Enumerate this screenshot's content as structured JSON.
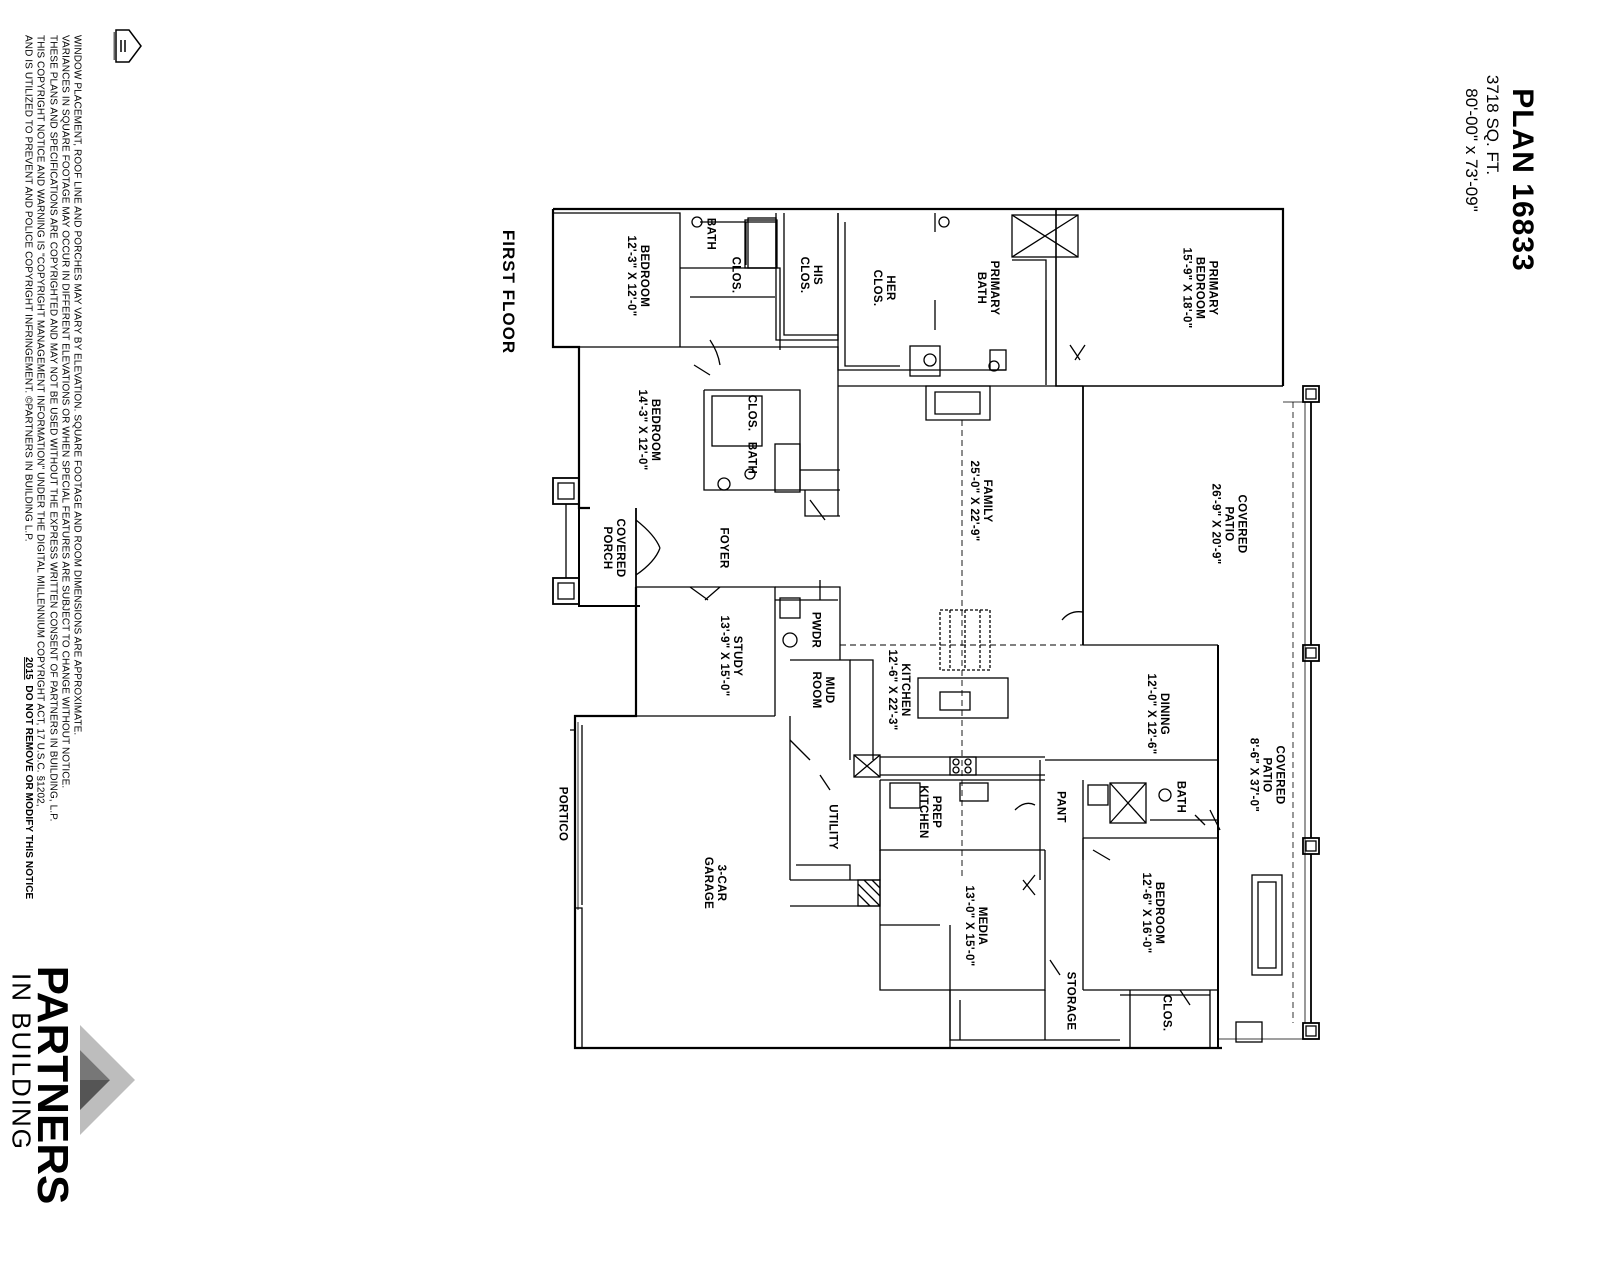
{
  "title_block": {
    "plan": "PLAN 16833",
    "sqft": "3718 SQ. FT.",
    "dimensions": "80'-00\" x 73'-09\""
  },
  "floor_label": "FIRST FLOOR",
  "rooms": [
    {
      "id": "primary-bedroom",
      "lines": [
        "PRIMARY",
        "BEDROOM",
        "15'-9\" X 18'-0\""
      ]
    },
    {
      "id": "primary-bath",
      "lines": [
        "PRIMARY",
        "BATH"
      ]
    },
    {
      "id": "her-clos",
      "lines": [
        "HER",
        "CLOS."
      ]
    },
    {
      "id": "his-clos",
      "lines": [
        "HIS",
        "CLOS."
      ]
    },
    {
      "id": "bath-1",
      "lines": [
        "BATH"
      ]
    },
    {
      "id": "clos-1",
      "lines": [
        "CLOS."
      ]
    },
    {
      "id": "bedroom-1",
      "lines": [
        "BEDROOM",
        "12'-3\" X 12'-0\""
      ]
    },
    {
      "id": "bedroom-2",
      "lines": [
        "BEDROOM",
        "14'-3\" X 12'-0\""
      ]
    },
    {
      "id": "clos-2",
      "lines": [
        "CLOS."
      ]
    },
    {
      "id": "bath-2",
      "lines": [
        "BATH"
      ]
    },
    {
      "id": "covered-patio-1",
      "lines": [
        "COVERED",
        "PATIO",
        "26'-9\" X 20'-9\""
      ]
    },
    {
      "id": "family",
      "lines": [
        "FAMILY",
        "25'-0\" X 22'-9\""
      ]
    },
    {
      "id": "foyer",
      "lines": [
        "FOYER"
      ]
    },
    {
      "id": "covered-porch",
      "lines": [
        "COVERED",
        "PORCH"
      ]
    },
    {
      "id": "study",
      "lines": [
        "STUDY",
        "13'-9\" X 15'-0\""
      ]
    },
    {
      "id": "pwdr",
      "lines": [
        "PWDR"
      ]
    },
    {
      "id": "kitchen",
      "lines": [
        "KITCHEN",
        "12'-6\" X 22'-3\""
      ]
    },
    {
      "id": "mud-room",
      "lines": [
        "MUD",
        "ROOM"
      ]
    },
    {
      "id": "dining",
      "lines": [
        "DINING",
        "12'-0\" X 12'-6\""
      ]
    },
    {
      "id": "covered-patio-2",
      "lines": [
        "COVERED",
        "PATIO",
        "8'-6\" X 37'-0\""
      ]
    },
    {
      "id": "prep-kitchen",
      "lines": [
        "PREP",
        "KITCHEN"
      ]
    },
    {
      "id": "pant",
      "lines": [
        "PANT"
      ]
    },
    {
      "id": "bath-3",
      "lines": [
        "BATH"
      ]
    },
    {
      "id": "utility",
      "lines": [
        "UTILITY"
      ]
    },
    {
      "id": "garage",
      "lines": [
        "3-CAR",
        "GARAGE"
      ]
    },
    {
      "id": "portico",
      "lines": [
        "PORTICO"
      ]
    },
    {
      "id": "media",
      "lines": [
        "MEDIA",
        "13'-0\" X 15'-0\""
      ]
    },
    {
      "id": "bedroom-3",
      "lines": [
        "BEDROOM",
        "12'-6\" X 16'-0\""
      ]
    },
    {
      "id": "storage",
      "lines": [
        "STORAGE"
      ]
    },
    {
      "id": "clos-3",
      "lines": [
        "CLOS."
      ]
    }
  ],
  "notice": {
    "lines": [
      "WINDOW PLACEMENT, ROOF LINE AND PORCHES MAY VARY BY ELEVATION. SQUARE FOOTAGE AND ROOM DIMENSIONS ARE APPROXIMATE.",
      "VARIANCES IN SQUARE FOOTAGE MAY OCCUR IN DIFFERENT ELEVATIONS OR WHEN SPECIAL FEATURES ARE SUBJECT TO CHANGE WITHOUT NOTICE.",
      "THESE PLANS AND SPECIFICATIONS ARE COPYRIGHTED AND MAY NOT BE USED WITHOUT THE EXPRESS WRITTEN CONSENT OF PARTNERS IN BUILDING, L.P.",
      "THIS COPYRIGHT NOTICE AND WARNING IS \"COPYRIGHT MANAGEMENT INFORMATION\" UNDER THE DIGITAL MILLENNIUM COPYRIGHT ACT, 17 U.S.C.   §1202,",
      "AND IS UTILIZED TO PREVENT AND POLICE COPYRIGHT INFRINGEMENT.  ©PARTNERS IN BUILDING L.P."
    ],
    "year": "2015",
    "warning": "DO NOT REMOVE OR MODIFY THIS NOTICE"
  },
  "logo": {
    "name": "PARTNERS",
    "tagline": "IN BUILDING"
  },
  "icons": {
    "equal_housing": "equal-housing-icon",
    "logo_chevron": "chevron-logo-icon"
  }
}
